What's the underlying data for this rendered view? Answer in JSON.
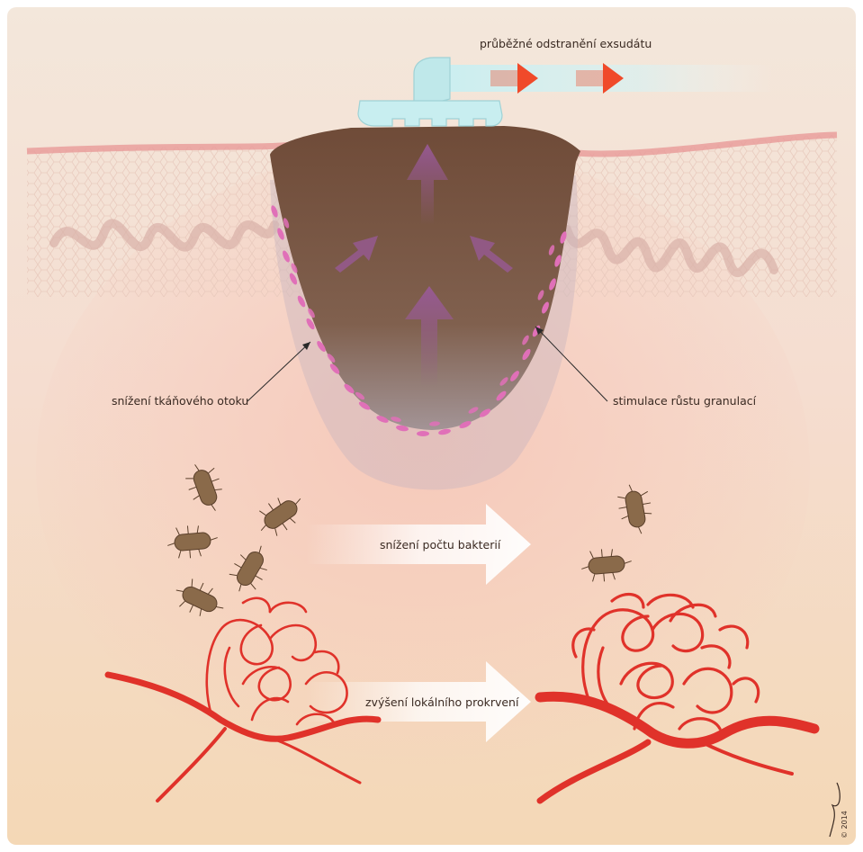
{
  "labels": {
    "exudate": "průběžné odstranění exsudátu",
    "edema": "snížení tkáňového otoku",
    "granulation": "stimulace růstu granulací",
    "bacteria": "snížení počtu bakterií",
    "perfusion": "zvýšení lokálního prokrvení"
  },
  "signature": {
    "text": "© 2014"
  },
  "icons": [
    "drainage-tube-icon",
    "bacterium-icon",
    "capillary-network-icon",
    "arrow-icon"
  ],
  "colors": {
    "background_top": "#f3e6d9",
    "background_bottom": "#f4d9b8",
    "wound_bed": "#7e5a45",
    "granulation_cells": "#e070b8",
    "suction_arrows": "#9a5a9a",
    "exudate_arrows": "#f04a2a",
    "vessels": "#e0322a",
    "bacteria": "#8a6a4a",
    "tube": "#bfe8ea"
  }
}
